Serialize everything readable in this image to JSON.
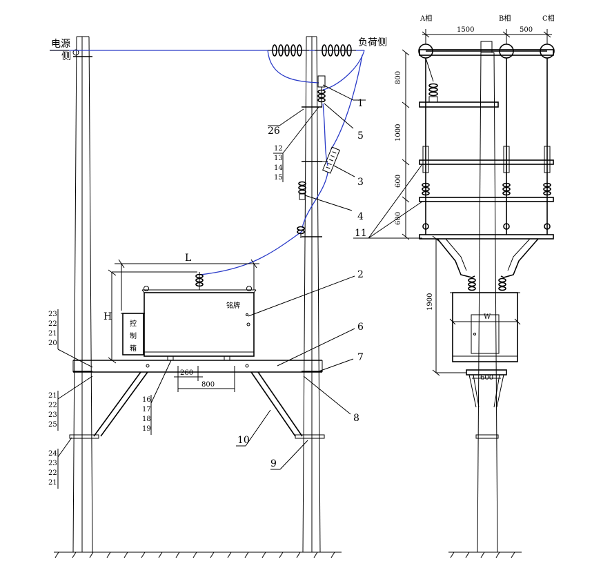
{
  "left_view": {
    "source_side_line1": "电源",
    "source_side_line2": "侧",
    "load_side": "负荷侧",
    "dim_length": "L",
    "dim_height": "H",
    "dim_260": "260",
    "dim_800": "800",
    "control_box": [
      "控",
      "制",
      "箱"
    ],
    "nameplate": "铭牌",
    "callouts": {
      "c1": "1",
      "c2": "2",
      "c3": "3",
      "c4": "4",
      "c5": "5",
      "c6": "6",
      "c7": "7",
      "c8": "8",
      "c9": "9",
      "c10": "10",
      "c26": "26",
      "g1": [
        "12",
        "13",
        "14",
        "15"
      ],
      "g2": [
        "23",
        "22",
        "21",
        "20"
      ],
      "g3": [
        "21",
        "22",
        "23",
        "25"
      ],
      "g4": [
        "16",
        "17",
        "18",
        "19"
      ],
      "g5": [
        "24",
        "23",
        "22",
        "21"
      ]
    }
  },
  "right_view": {
    "phase_a": "A相",
    "phase_b": "B相",
    "phase_c": "C相",
    "dim_1500": "1500",
    "dim_500": "500",
    "dim_800": "800",
    "dim_1000": "1000",
    "dim_600a": "600",
    "dim_600b": "600",
    "dim_1900": "1900",
    "dim_600_base": "600",
    "dim_w": "W",
    "callout_11": "11"
  }
}
